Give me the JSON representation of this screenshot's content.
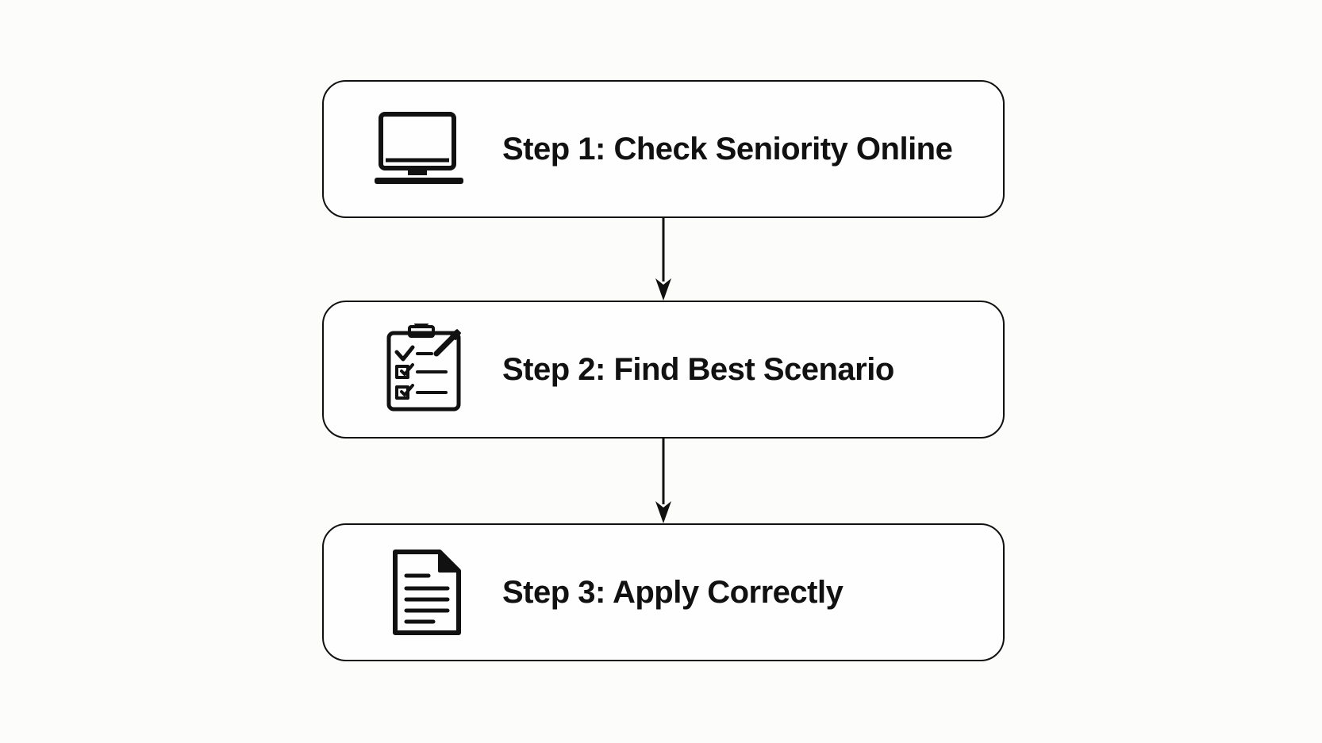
{
  "steps": [
    {
      "label": "Step 1: Check Seniority Online",
      "icon": "computer-monitor-icon"
    },
    {
      "label": "Step 2: Find Best Scenario",
      "icon": "checklist-clipboard-icon"
    },
    {
      "label": "Step 3: Apply Correctly",
      "icon": "document-icon"
    }
  ],
  "colors": {
    "background": "#fcfcfa",
    "stroke": "#111111",
    "box_fill": "#fefefe"
  }
}
